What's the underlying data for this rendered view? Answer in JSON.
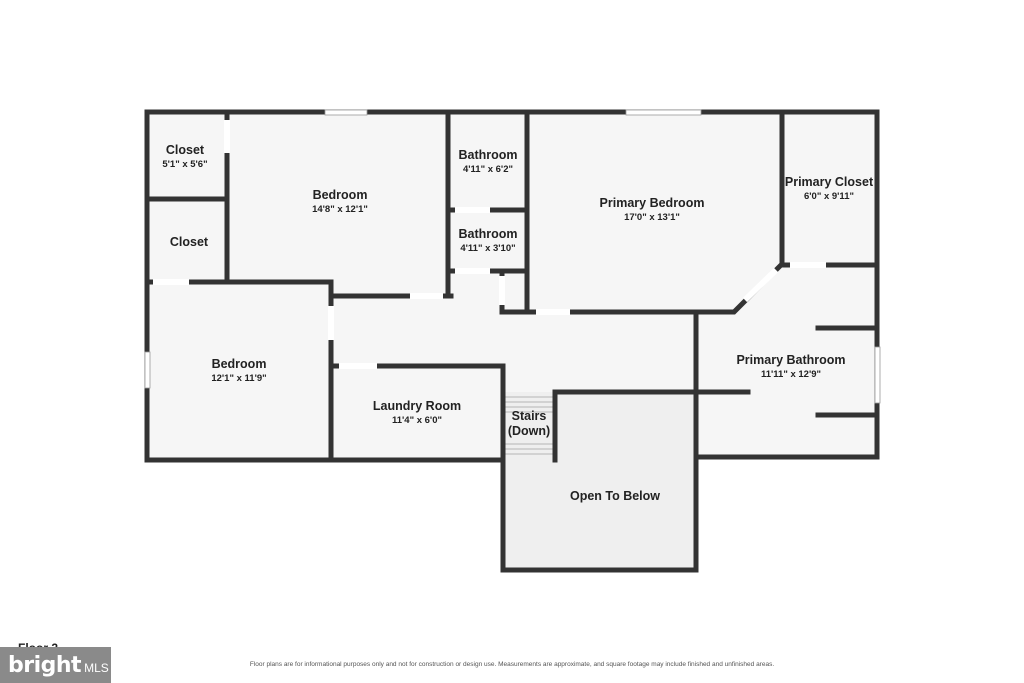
{
  "floor_label": "Floor 2",
  "logo": {
    "brand": "bright",
    "suffix": "MLS"
  },
  "disclaimer": "Floor plans are for informational purposes only and not for construction or design use. Measurements are approximate, and square footage may include finished and unfinished areas.",
  "rooms": {
    "closet_top": {
      "name": "Closet",
      "dims": "5'1\" x 5'6\""
    },
    "closet_mid": {
      "name": "Closet"
    },
    "bedroom_upper": {
      "name": "Bedroom",
      "dims": "14'8\" x 12'1\""
    },
    "bathroom_upper": {
      "name": "Bathroom",
      "dims": "4'11\" x 6'2\""
    },
    "bathroom_lower": {
      "name": "Bathroom",
      "dims": "4'11\" x 3'10\""
    },
    "primary_bedroom": {
      "name": "Primary Bedroom",
      "dims": "17'0\" x 13'1\""
    },
    "primary_closet": {
      "name": "Primary Closet",
      "dims": "6'0\" x 9'11\""
    },
    "bedroom_lower": {
      "name": "Bedroom",
      "dims": "12'1\" x 11'9\""
    },
    "laundry_room": {
      "name": "Laundry Room",
      "dims": "11'4\" x 6'0\""
    },
    "stairs": {
      "name": "Stairs",
      "note": "(Down)"
    },
    "primary_bathroom": {
      "name": "Primary Bathroom",
      "dims": "11'11\" x 12'9\""
    },
    "open_to_below": {
      "name": "Open To Below"
    }
  },
  "colors": {
    "wall": "#333333",
    "floor": "#f6f6f6",
    "open_area": "#efefef",
    "logo_bg": "#8a8a8a"
  }
}
